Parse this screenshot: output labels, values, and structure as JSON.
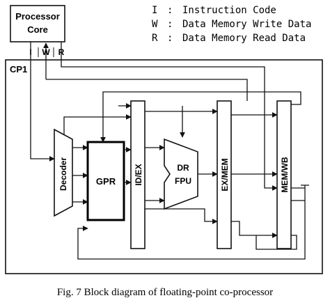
{
  "processor": {
    "line1": "Processor",
    "line2": "Core"
  },
  "ports": {
    "instruction": "I",
    "write": "W",
    "read": "R"
  },
  "legend": [
    {
      "key": "I",
      "sep": ":",
      "text": "Instruction Code"
    },
    {
      "key": "W",
      "sep": ":",
      "text": "Data Memory Write Data"
    },
    {
      "key": "R",
      "sep": ":",
      "text": "Data Memory Read Data"
    }
  ],
  "cp1_label": "CP1",
  "blocks": {
    "decoder": "Decoder",
    "gpr": "GPR",
    "id_ex": "ID/EX",
    "fpu_line1": "DR",
    "fpu_line2": "FPU",
    "ex_mem": "EX/MEM",
    "mem_wb": "MEM/WB"
  },
  "caption": "Fig. 7 Block diagram of floating-point co-processor",
  "colors": {
    "line": "#111111",
    "gpr_border": "#000000",
    "fill": "#ffffff"
  }
}
